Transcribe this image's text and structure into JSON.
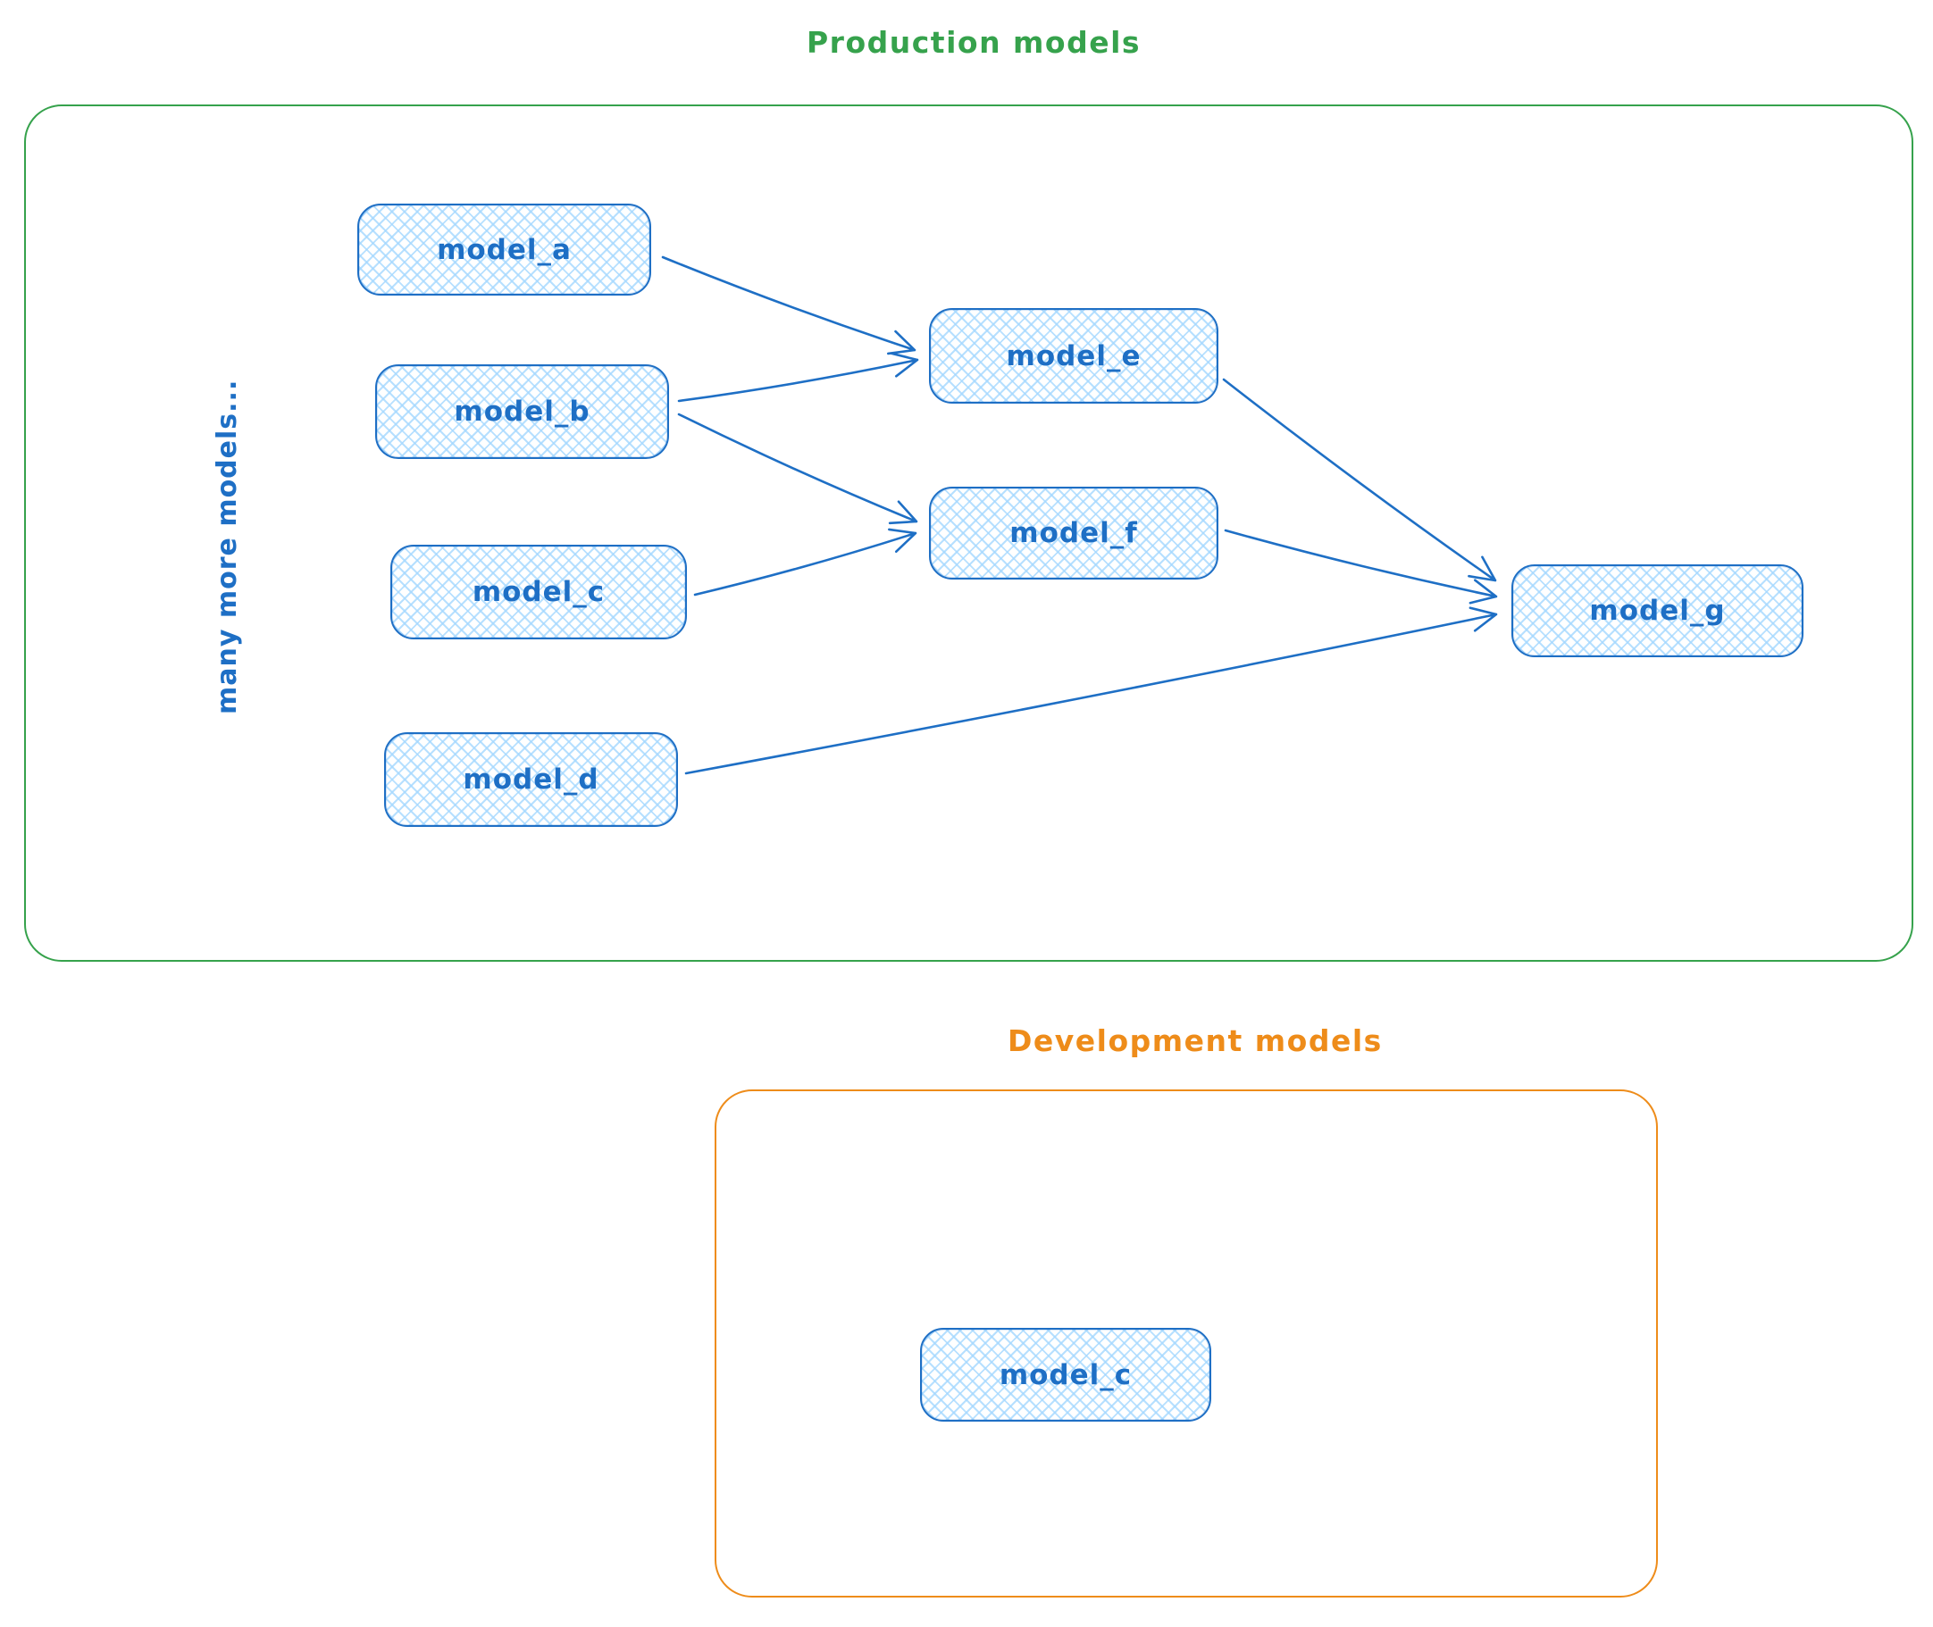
{
  "diagram": {
    "production": {
      "title": "Production models",
      "side_note": "many more models...",
      "nodes": {
        "model_a": {
          "label": "model_a"
        },
        "model_b": {
          "label": "model_b"
        },
        "model_c": {
          "label": "model_c"
        },
        "model_d": {
          "label": "model_d"
        },
        "model_e": {
          "label": "model_e"
        },
        "model_f": {
          "label": "model_f"
        },
        "model_g": {
          "label": "model_g"
        }
      },
      "edges": [
        {
          "from": "model_a",
          "to": "model_e"
        },
        {
          "from": "model_b",
          "to": "model_e"
        },
        {
          "from": "model_b",
          "to": "model_f"
        },
        {
          "from": "model_c",
          "to": "model_f"
        },
        {
          "from": "model_e",
          "to": "model_g"
        },
        {
          "from": "model_f",
          "to": "model_g"
        },
        {
          "from": "model_d",
          "to": "model_g"
        }
      ]
    },
    "development": {
      "title": "Development models",
      "nodes": {
        "model_c": {
          "label": "model_c"
        }
      }
    },
    "colors": {
      "node_stroke": "#1e6fc5",
      "node_fill_hatch": "#a5d8ff",
      "production_border": "#36a24c",
      "development_border": "#ee8c1a"
    }
  }
}
